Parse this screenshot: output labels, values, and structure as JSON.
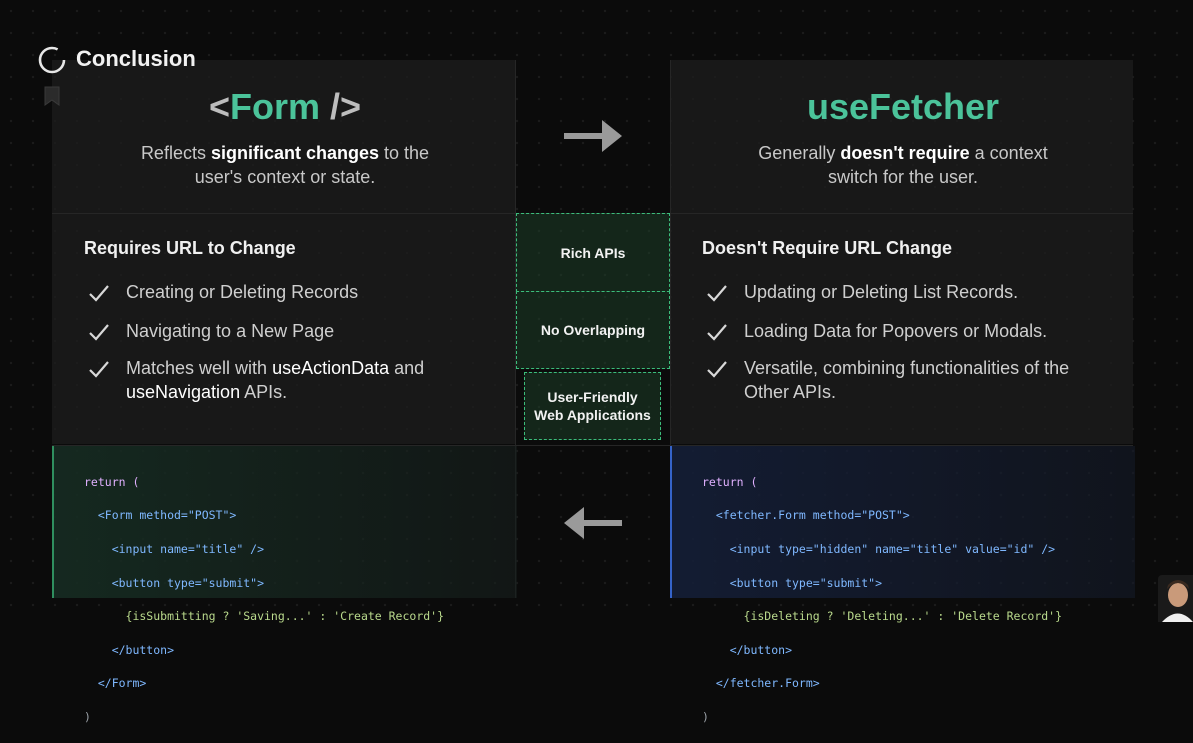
{
  "header": {
    "title": "Conclusion"
  },
  "left": {
    "title_open": "<",
    "title_name": "Form",
    "title_close": " />",
    "subtitle_pre": "Reflects ",
    "subtitle_bold": "significant changes",
    "subtitle_post": " to the user's context or state.",
    "section_title": "Requires URL to Change",
    "items": [
      {
        "text": "Creating or Deleting Records"
      },
      {
        "text": "Navigating to a New Page"
      },
      {
        "pre": "Matches well with ",
        "bold1": "useActionData",
        "mid": " and ",
        "bold2": "useNavigation",
        "post": " APIs."
      }
    ]
  },
  "right": {
    "title": "useFetcher",
    "subtitle_pre": "Generally ",
    "subtitle_bold": "doesn't require",
    "subtitle_post": " a context switch for the user.",
    "section_title": "Doesn't Require URL Change",
    "items": [
      {
        "text": "Updating or Deleting List Records."
      },
      {
        "text": "Loading Data for Popovers or Modals."
      },
      {
        "text": "Versatile, combining functionalities of the Other APIs."
      }
    ]
  },
  "center_boxes": [
    {
      "label": "Rich APIs"
    },
    {
      "label": "No Overlapping"
    },
    {
      "label": "User-Friendly Web Applications"
    }
  ],
  "code_left": [
    "return (",
    "  <Form method=\"POST\">",
    "    <input name=\"title\" />",
    "    <button type=\"submit\">",
    "      {isSubmitting ? 'Saving...' : 'Create Record'}",
    "    </button>",
    "  </Form>",
    ")"
  ],
  "code_right": [
    "return (",
    "  <fetcher.Form method=\"POST\">",
    "    <input type=\"hidden\" name=\"title\" value=\"id\" />",
    "    <button type=\"submit\">",
    "      {isDeleting ? 'Deleting...' : 'Delete Record'}",
    "    </button>",
    "  </fetcher.Form>",
    ")"
  ],
  "colors": {
    "accent": "#4bc39a",
    "box_border": "#3bbd7b",
    "left_code_bar": "#2f8f5f",
    "right_code_bar": "#3563c9"
  },
  "icons": [
    "loading-circle-icon",
    "bookmark-icon",
    "check-icon",
    "arrow-right-icon",
    "arrow-left-icon"
  ]
}
